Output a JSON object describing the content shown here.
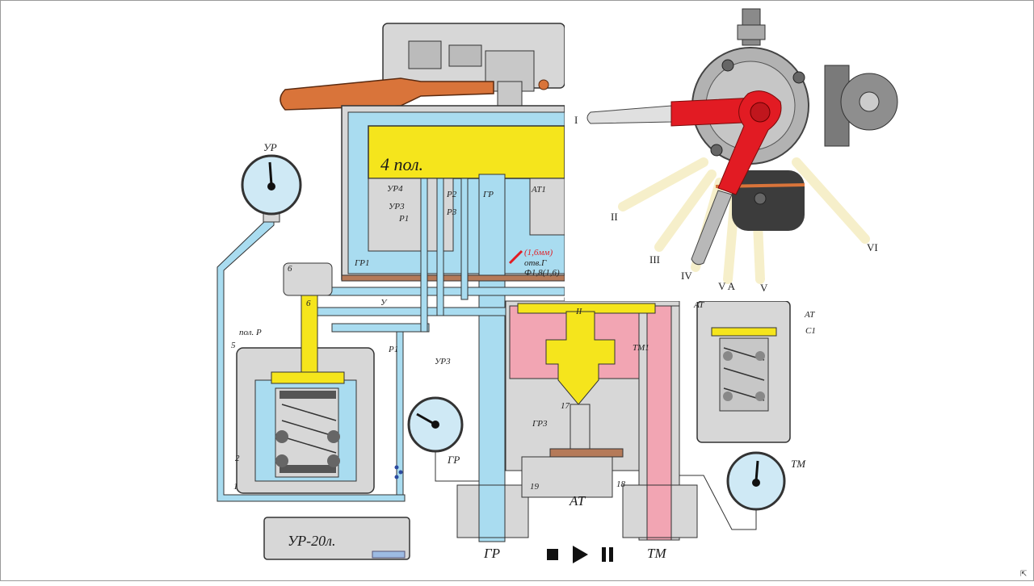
{
  "diagram": {
    "position_label": "4 пол.",
    "gauges": {
      "ur": "УР",
      "gr": "ГР",
      "tm": "ТМ"
    },
    "reservoir_label": "УР-20л.",
    "bottom_labels": {
      "gr": "ГР",
      "at": "АТ",
      "tm": "ТМ"
    },
    "channels": {
      "ur4": "УР4",
      "ur3a": "УР3",
      "r1a": "Р1",
      "r2": "Р2",
      "r3": "Р3",
      "gr_ch": "ГР",
      "at1": "АТ1",
      "gr1": "ГР1",
      "u": "У",
      "r1b": "Р1",
      "ur3b": "УР3",
      "gr3": "ГР3",
      "tm1": "ТМ1",
      "ii": "II",
      "at_right": "АТ",
      "s1": "С1",
      "at_small": "АТ",
      "pol_r": "пол. Р"
    },
    "hole_label_red": "(1,6мм)",
    "hole_label": "отв.Г",
    "hole_label_2": "Ф1,8(1,6)",
    "numbers": {
      "n6a": "6",
      "n6b": "6",
      "n5": "5",
      "n2": "2",
      "n1": "1",
      "n17": "17",
      "n18": "18",
      "n19": "19"
    }
  },
  "valve_photo": {
    "positions": [
      "I",
      "II",
      "III",
      "IV",
      "V A",
      "V",
      "VI"
    ]
  },
  "colors": {
    "blue": "#a9dcf0",
    "yellow": "#f5e51c",
    "pink": "#f2a5b3",
    "gray": "#d7d7d7",
    "orange": "#d9743a",
    "red_handle": "#e21b23"
  }
}
